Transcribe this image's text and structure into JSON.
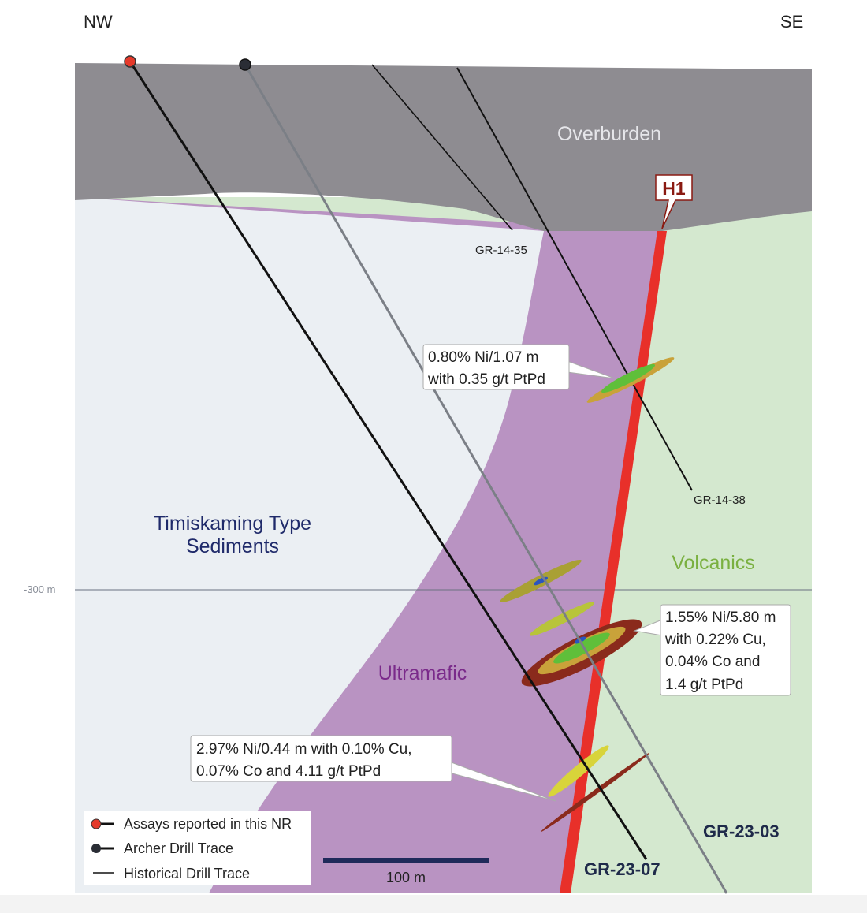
{
  "orientation": {
    "left": "NW",
    "right": "SE"
  },
  "units": {
    "overburden": "Overburden",
    "sediments": "Timiskaming Type",
    "sediments_2": "Sediments",
    "ultramafic": "Ultramafic",
    "volcanics": "Volcanics"
  },
  "vein_label": "H1",
  "depth_marker": "-300 m",
  "drill_holes": {
    "gr_14_35": "GR-14-35",
    "gr_14_38": "GR-14-38",
    "gr_23_03": "GR-23-03",
    "gr_23_07": "GR-23-07"
  },
  "callouts": {
    "upper": [
      "0.80% Ni/1.07 m",
      "with 0.35 g/t PtPd"
    ],
    "middle": [
      "1.55% Ni/5.80 m",
      "with 0.22% Cu,",
      "0.04% Co and",
      "1.4 g/t PtPd"
    ],
    "lower": [
      "2.97% Ni/0.44 m with 0.10% Cu,",
      "0.07% Co and 4.11 g/t PtPd"
    ]
  },
  "legend": {
    "assays": "Assays reported in this NR",
    "archer": "Archer Drill Trace",
    "historical": "Historical Drill Trace"
  },
  "scale_bar": "100 m",
  "colors": {
    "overburden": "#8e8c91",
    "sediments": "#ebeff3",
    "ultramafic": "#b993c2",
    "volcanics": "#d4e8cf",
    "vein": "#e8302a",
    "red_collar": "#e53a2b",
    "navy": "#1f2a5a"
  }
}
